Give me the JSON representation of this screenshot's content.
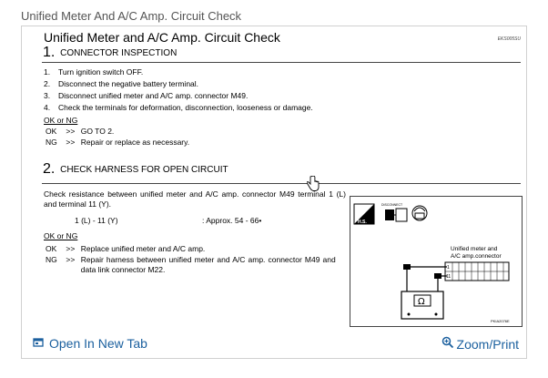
{
  "page": {
    "heading": "Unified Meter And A/C Amp. Circuit Check"
  },
  "doc": {
    "title": "Unified Meter and A/C Amp. Circuit Check",
    "doc_id": "EKS005SU",
    "section1": {
      "number": "1.",
      "title": "CONNECTOR INSPECTION",
      "steps": [
        {
          "n": "1.",
          "text": "Turn ignition switch OFF."
        },
        {
          "n": "2.",
          "text": "Disconnect the negative battery terminal."
        },
        {
          "n": "3.",
          "text": "Disconnect unified meter and A/C amp. connector M49."
        },
        {
          "n": "4.",
          "text": "Check the terminals for deformation, disconnection, looseness or damage."
        }
      ],
      "okng_label": "OK or NG",
      "results": [
        {
          "key": "OK",
          "arrow": ">>",
          "text": "GO TO 2."
        },
        {
          "key": "NG",
          "arrow": ">>",
          "text": "Repair or replace as necessary."
        }
      ]
    },
    "section2": {
      "number": "2.",
      "title": "CHECK HARNESS FOR OPEN CIRCUIT",
      "para": "Check resistance between unified meter and A/C amp. connector M49 terminal 1 (L) and terminal 11 (Y).",
      "spec_terms": "1 (L) - 11 (Y)",
      "spec_value": ": Approx. 54 - 66•",
      "okng_label": "OK or NG",
      "results": [
        {
          "key": "OK",
          "arrow": ">>",
          "text": "Replace unified meter and A/C amp."
        },
        {
          "key": "NG",
          "arrow": ">>",
          "text": "Repair harness between unified meter and A/C amp. connector M49 and data link connector M22."
        }
      ]
    },
    "diagram": {
      "hs_label": "H.S.",
      "disconnect_label": "DISCONNECT",
      "connector_label_line1": "Unified meter and",
      "connector_label_line2": "A/C amp.connector",
      "pin_1": "1",
      "pin_11": "11",
      "ohm_symbol": "Ω",
      "figure_id": "PKIA2076E"
    }
  },
  "footer": {
    "open_label": "Open In New Tab",
    "zoom_label": "Zoom/Print"
  },
  "colors": {
    "link": "#1a5f9e",
    "border": "#d0d0d0"
  }
}
